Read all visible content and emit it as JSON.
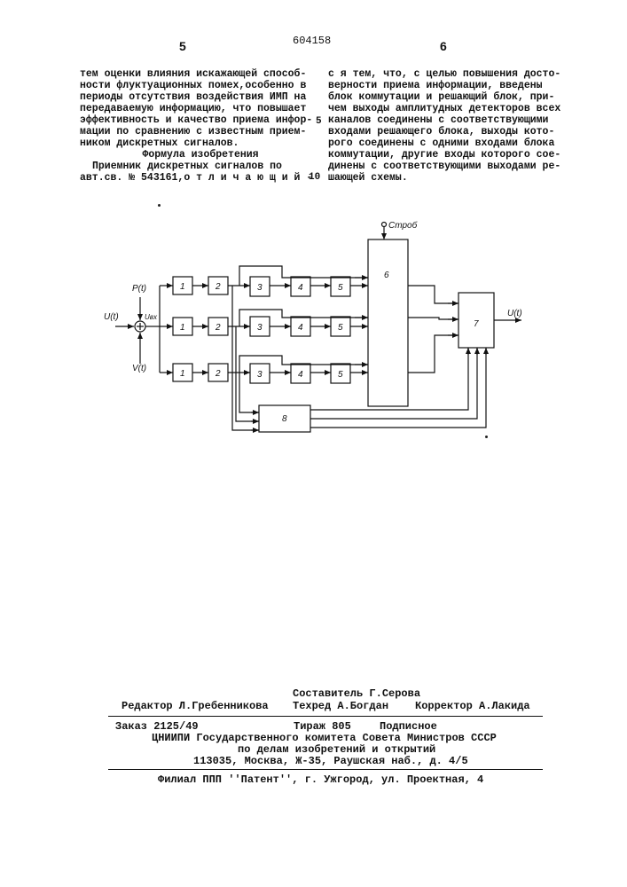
{
  "header": {
    "page_left": "5",
    "doc_number": "604158",
    "page_right": "6"
  },
  "left_column": [
    "тем оценки влияния искажающей способ-",
    "ности флуктуационных помех,особенно в",
    "периоды отсутствия воздействия ИМП на",
    "передаваемую информацию, что повышает",
    "эффективность и качество приема инфор-",
    "мации по сравнению с известным прием-",
    "ником дискретных сигналов.",
    "Формула изобретения",
    "Приемник дискретных сигналов по",
    "авт.св. № 543161,о т л и ч а ю щ и й -"
  ],
  "right_column": [
    "с я тем, что, с целью повышения досто-",
    "верности приема информации, введены",
    "блок коммутации и решающий блок, при-",
    "чем выходы амплитудных детекторов всех",
    "каналов соединены с соответствующими",
    "входами решающего блока, выходы кото-",
    "рого соединены с одними входами блока",
    "коммутации, другие входы которого сое-",
    "динены с соответствующими выходами ре-",
    "шающей схемы."
  ],
  "line_numbers": {
    "n5": "5",
    "n10": "10"
  },
  "diagram": {
    "strobe_label": "Строб",
    "input_label": "U(t)",
    "p_label": "P(t)",
    "uin_label": "Uвх",
    "v_label": "V(t)",
    "output_label": "U(t)",
    "block_labels": {
      "b1": "1",
      "b2": "2",
      "b3": "3",
      "b4": "4",
      "b5": "5",
      "b6": "6",
      "b7": "7",
      "b8": "8"
    }
  },
  "imprint": {
    "compiler": "Составитель Г.Серова",
    "editor": "Редактор Л.Гребенникова",
    "techred": "Техред А.Богдан",
    "corrector": "Корректор А.Лакида",
    "order": "Заказ 2125/49",
    "circulation": "Тираж 805",
    "subscription": "Подписное",
    "org_line1": "ЦНИИПИ Государственного комитета Совета Министров СССР",
    "org_line2": "по делам изобретений и открытий",
    "address": "113035, Москва, Ж-35, Раушская наб., д. 4/5",
    "branch": "Филиал ППП ''Патент'', г. Ужгород, ул. Проектная, 4"
  }
}
